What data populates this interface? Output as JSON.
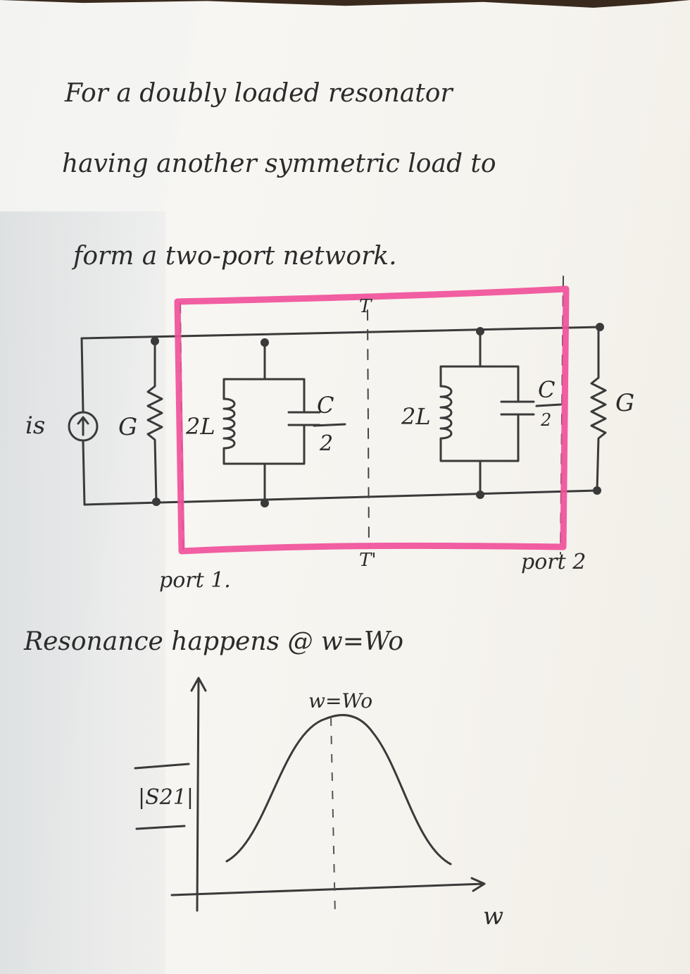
{
  "intro": {
    "line1": "For a doubly loaded resonator",
    "line2": "having another symmetric load to",
    "line3": "form a two-port network."
  },
  "circuit": {
    "source_label": "is",
    "left_load_label": "G",
    "right_load_label": "G",
    "left_inductor_label": "2L",
    "right_inductor_label": "2L",
    "left_capacitor_num": "C",
    "left_capacitor_den": "2",
    "right_capacitor_num": "C",
    "right_capacitor_den": "2",
    "symmetry_top_label": "T",
    "symmetry_bottom_label": "T'",
    "port1_label": "port 1.",
    "port2_label": "port 2",
    "box_color": "#f0509a",
    "ink_color": "#3a3a3a"
  },
  "resonance_text": "Resonance happens @ w=Wo",
  "graph": {
    "peak_label": "w=Wo",
    "y_axis_label": "|S21|",
    "x_axis_label": "w"
  }
}
